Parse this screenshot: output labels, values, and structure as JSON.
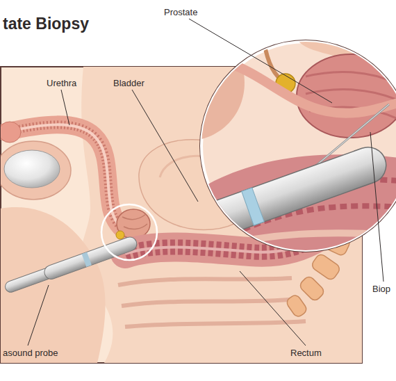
{
  "diagram": {
    "title": "tate Biopsy",
    "labels": [
      "Urethra",
      "Bladder",
      "Prostate",
      "Biop",
      "asound probe",
      "Rectum"
    ]
  }
}
